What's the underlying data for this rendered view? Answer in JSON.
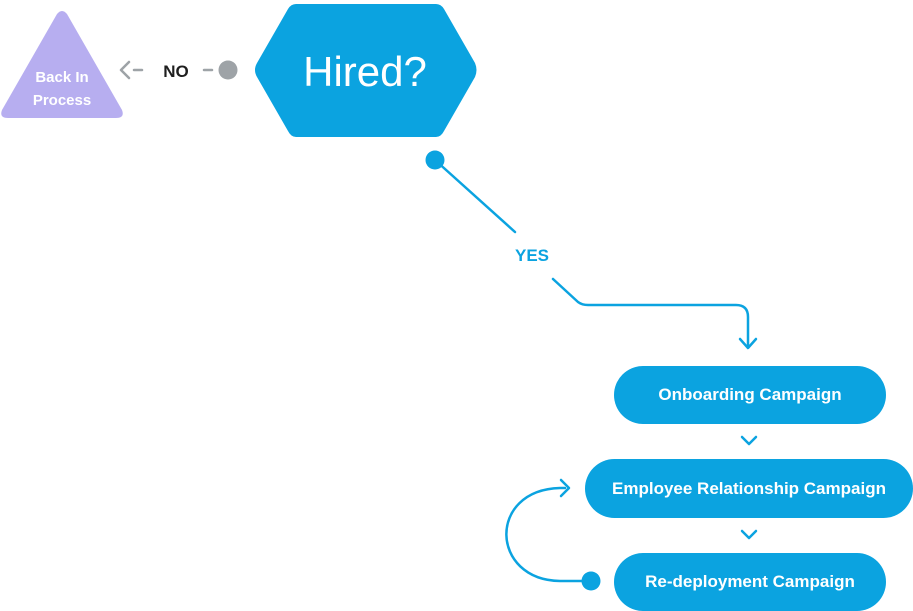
{
  "colors": {
    "primary": "#0ba3e0",
    "triangle": "#b7aef0",
    "gray": "#9ea3a7",
    "text_dark": "#1f1f1f",
    "white": "#ffffff"
  },
  "decision": {
    "label": "Hired?"
  },
  "branch_no": {
    "label": "NO",
    "target_label_line1": "Back In",
    "target_label_line2": "Process"
  },
  "branch_yes": {
    "label": "YES"
  },
  "campaigns": [
    {
      "label": "Onboarding Campaign"
    },
    {
      "label": "Employee Relationship Campaign"
    },
    {
      "label": "Re-deployment Campaign"
    }
  ]
}
